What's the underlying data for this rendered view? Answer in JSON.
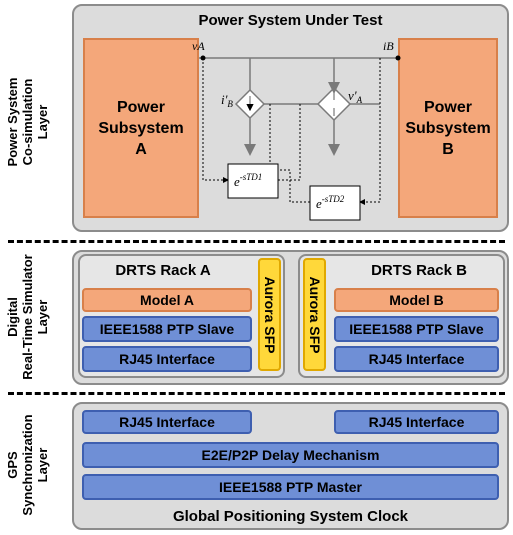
{
  "layers": {
    "power": "Power System Co-simulation Layer",
    "power_l1": "Power System",
    "power_l2": "Co-simulation",
    "power_l3": "Layer",
    "drts_l1": "Digital",
    "drts_l2": "Real-Time Simulator",
    "drts_l3": "Layer",
    "gps_l1": "GPS",
    "gps_l2": "Synchronization",
    "gps_l3": "Layer"
  },
  "power_panel": {
    "title": "Power System Under Test",
    "subsystem_a_l1": "Power",
    "subsystem_a_l2": "Subsystem",
    "subsystem_a_l3": "A",
    "subsystem_b_l1": "Power",
    "subsystem_b_l2": "Subsystem",
    "subsystem_b_l3": "B",
    "label_vA": "vA",
    "label_iB": "iB",
    "label_iB_prime": "i'",
    "label_iB_prime_sub": "B",
    "label_vA_prime": "v'",
    "label_vA_prime_sub": "A",
    "delay1_base": "e",
    "delay1_exp": "-sTD1",
    "delay2_base": "e",
    "delay2_exp": "-sTD2"
  },
  "drts_panel": {
    "rack_a": {
      "title": "DRTS Rack A",
      "model": "Model A",
      "ptp": "IEEE1588 PTP Slave",
      "rj45": "RJ45 Interface",
      "sfp": "Aurora SFP"
    },
    "rack_b": {
      "title": "DRTS Rack B",
      "model": "Model B",
      "ptp": "IEEE1588 PTP Slave",
      "rj45": "RJ45 Interface",
      "sfp": "Aurora SFP"
    }
  },
  "gps_panel": {
    "rj45_left": "RJ45 Interface",
    "rj45_right": "RJ45 Interface",
    "delay_mechanism": "E2E/P2P Delay Mechanism",
    "ptp_master": "IEEE1588 PTP Master",
    "clock": "Global Positioning System Clock"
  },
  "colors": {
    "panel": "#dcdcdc",
    "orange": "#f4a77a",
    "blue": "#6f8fd6",
    "yellow": "#ffd83a"
  }
}
